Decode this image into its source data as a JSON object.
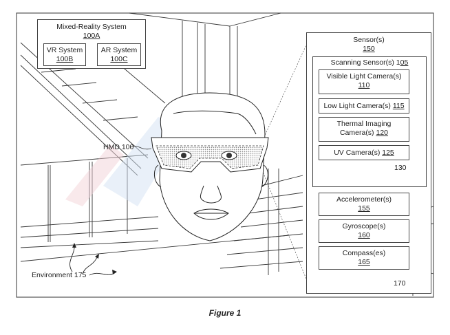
{
  "figure": {
    "caption": "Figure 1",
    "mixed_reality": {
      "title": "Mixed-Reality System",
      "ref": "100A",
      "vr": {
        "title": "VR System",
        "ref": "100B"
      },
      "ar": {
        "title": "AR System",
        "ref": "100C"
      }
    },
    "hmd_label": "HMD 100",
    "environment_label": "Environment 175",
    "sensors": {
      "title": "Sensor(s)",
      "ref": "150",
      "scanning": {
        "title": "Scanning Sensor(s) 1",
        "ref": "05",
        "items": [
          {
            "title": "Visible Light Camera(s)",
            "ref": "110"
          },
          {
            "title": "Low Light Camera(s) ",
            "ref": "115"
          },
          {
            "title": "Thermal Imaging Camera(s) ",
            "ref": "120"
          },
          {
            "title": "UV Camera(s) ",
            "ref": "125"
          }
        ],
        "more_ref": "130"
      },
      "others": [
        {
          "title": "Accelerometer(s)",
          "ref": "155"
        },
        {
          "title": "Gyroscope(s)",
          "ref": "160"
        },
        {
          "title": "Compass(es)",
          "ref": "165"
        }
      ],
      "more_ref": "170"
    },
    "colors": {
      "line": "#333333",
      "lens": "#9a9a9a",
      "watermark": "#dbe7f5"
    }
  }
}
